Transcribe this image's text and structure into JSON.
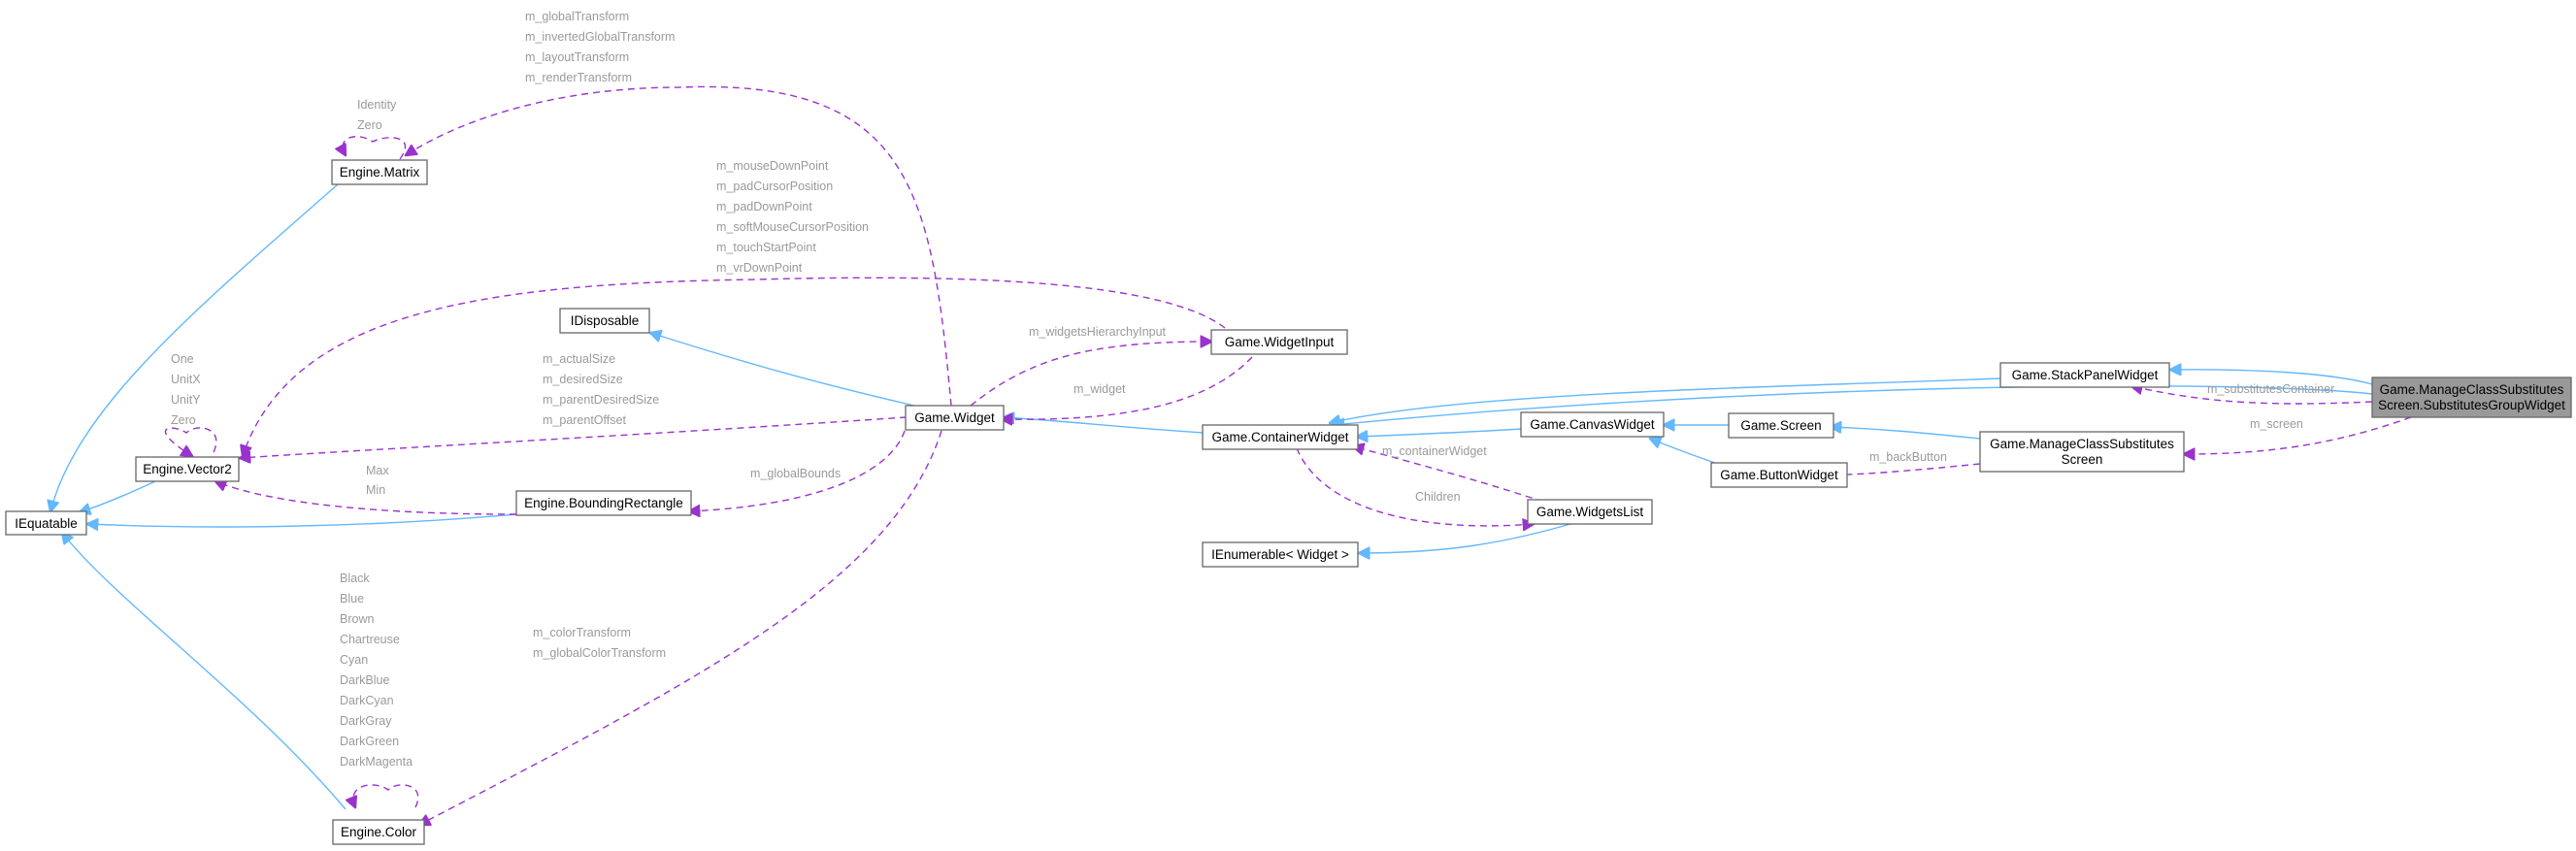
{
  "nodes": {
    "equatable": "IEquatable",
    "matrix": "Engine.Matrix",
    "vector2": "Engine.Vector2",
    "bounding_rect": "Engine.BoundingRectangle",
    "color": "Engine.Color",
    "idisposable": "IDisposable",
    "widget": "Game.Widget",
    "widget_input": "Game.WidgetInput",
    "container_widget": "Game.ContainerWidget",
    "ienumerable": "IEnumerable< Widget >",
    "widgets_list": "Game.WidgetsList",
    "canvas_widget": "Game.CanvasWidget",
    "button_widget": "Game.ButtonWidget",
    "screen": "Game.Screen",
    "stack_panel": "Game.StackPanelWidget",
    "manage_screen": [
      "Game.ManageClassSubstitutes",
      "Screen"
    ],
    "focus_group": [
      "Game.ManageClassSubstitutes",
      "Screen.SubstitutesGroupWidget"
    ]
  },
  "edge_labels": {
    "matrix_static": [
      "Identity",
      "Zero"
    ],
    "widget_to_matrix": [
      "m_globalTransform",
      "m_invertedGlobalTransform",
      "m_layoutTransform",
      "m_renderTransform"
    ],
    "input_to_vector2": [
      "m_mouseDownPoint",
      "m_padCursorPosition",
      "m_padDownPoint",
      "m_softMouseCursorPosition",
      "m_touchStartPoint",
      "m_vrDownPoint"
    ],
    "vector2_static": [
      "One",
      "UnitX",
      "UnitY",
      "Zero"
    ],
    "widget_to_vector2": [
      "m_actualSize",
      "m_desiredSize",
      "m_parentDesiredSize",
      "m_parentOffset"
    ],
    "bounds_to_vector2": [
      "Max",
      "Min"
    ],
    "widget_to_bounds": "m_globalBounds",
    "widget_to_input": "m_widgetsHierarchyInput",
    "input_to_widget": "m_widget",
    "color_static": [
      "Black",
      "Blue",
      "Brown",
      "Chartreuse",
      "Cyan",
      "DarkBlue",
      "DarkCyan",
      "DarkGray",
      "DarkGreen",
      "DarkMagenta"
    ],
    "widget_to_color": [
      "m_colorTransform",
      "m_globalColorTransform"
    ],
    "list_to_container": "m_containerWidget",
    "container_to_list": "Children",
    "screen_to_button": "m_backButton",
    "group_to_stack": "m_substitutesContainer",
    "group_to_screen": "m_screen"
  },
  "colors": {
    "inheritance_edge": "#63b8ff",
    "usage_edge": "#9a32cd",
    "label_text": "#9a9a9a",
    "focus_node_fill": "#999999"
  }
}
